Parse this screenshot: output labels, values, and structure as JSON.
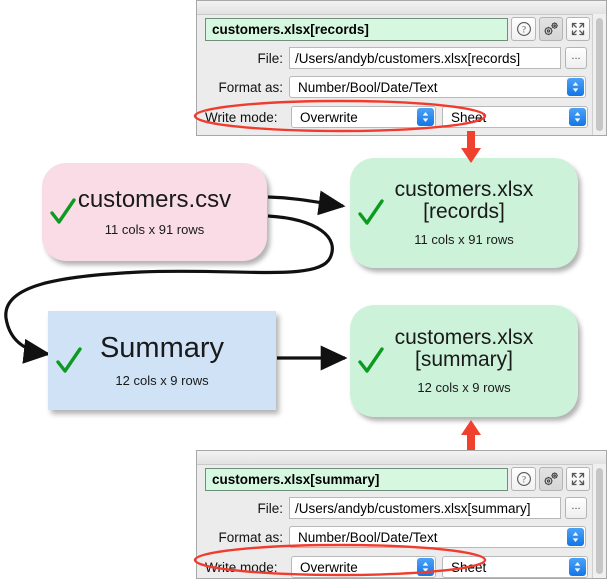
{
  "top_panel": {
    "title": "customers.xlsx[records]",
    "buttons": {
      "help": "?",
      "settings": "gear",
      "expand": "expand"
    },
    "rows": [
      {
        "label": "File:",
        "value": "/Users/andyb/customers.xlsx[records]",
        "browse": "..."
      },
      {
        "label": "Format as:",
        "value": "Number/Bool/Date/Text"
      }
    ],
    "write_mode": {
      "label": "Write mode:",
      "mode_value": "Overwrite",
      "target_value": "Sheet"
    }
  },
  "bottom_panel": {
    "title": "customers.xlsx[summary]",
    "buttons": {
      "help": "?",
      "settings": "gear",
      "expand": "expand"
    },
    "rows": [
      {
        "label": "File:",
        "value": "/Users/andyb/customers.xlsx[summary]",
        "browse": "..."
      },
      {
        "label": "Format as:",
        "value": "Number/Bool/Date/Text"
      }
    ],
    "write_mode": {
      "label": "Write mode:",
      "mode_value": "Overwrite",
      "target_value": "Sheet"
    }
  },
  "diagram": {
    "nodes": [
      {
        "id": "customers-csv",
        "title": "customers.csv",
        "subtitle": "11 cols x 91 rows",
        "color": "#fadce6",
        "status": "ok"
      },
      {
        "id": "customers-xlsx-records",
        "title_line1": "customers.xlsx",
        "title_line2": "[records]",
        "subtitle": "11 cols x 91 rows",
        "color": "#cdf2da",
        "status": "ok"
      },
      {
        "id": "summary",
        "title": "Summary",
        "subtitle": "12 cols x 9 rows",
        "color": "#cfe2f6",
        "status": "ok"
      },
      {
        "id": "customers-xlsx-summary",
        "title_line1": "customers.xlsx",
        "title_line2": "[summary]",
        "subtitle": "12 cols x 9 rows",
        "color": "#cdf2da",
        "status": "ok"
      }
    ]
  },
  "annotations": {
    "highlight_color": "#f03c2e",
    "arrow_color": "#f0402e"
  }
}
